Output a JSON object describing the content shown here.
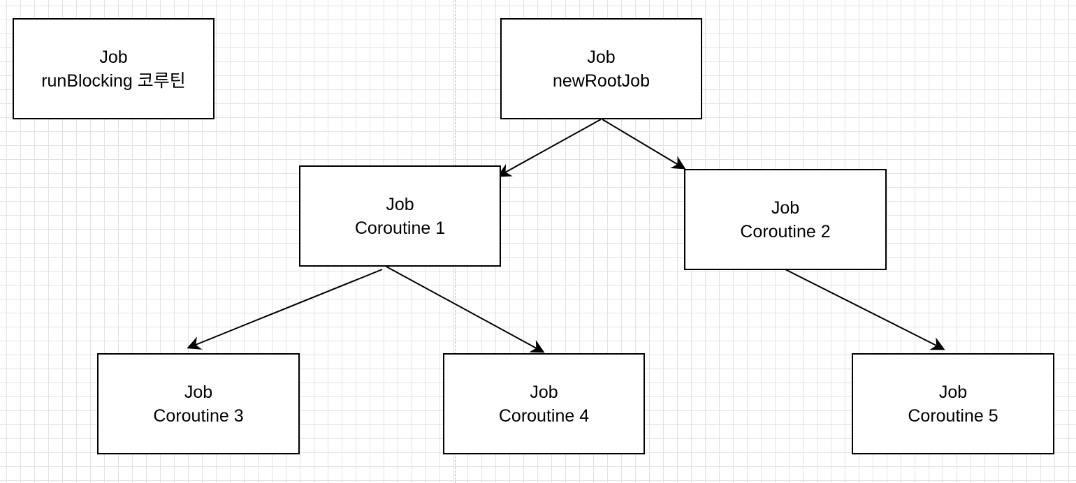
{
  "colors": {
    "stroke": "#000000",
    "fill": "#ffffff",
    "grid": "#e3e3e3"
  },
  "nodes": {
    "runblocking": {
      "line1": "Job",
      "line2": "runBlocking 코루틴"
    },
    "newrootjob": {
      "line1": "Job",
      "line2": "newRootJob"
    },
    "coroutine1": {
      "line1": "Job",
      "line2": "Coroutine 1"
    },
    "coroutine2": {
      "line1": "Job",
      "line2": "Coroutine 2"
    },
    "coroutine3": {
      "line1": "Job",
      "line2": "Coroutine 3"
    },
    "coroutine4": {
      "line1": "Job",
      "line2": "Coroutine 4"
    },
    "coroutine5": {
      "line1": "Job",
      "line2": "Coroutine 5"
    }
  },
  "edges": [
    {
      "from": "newrootjob",
      "to": "coroutine1"
    },
    {
      "from": "newrootjob",
      "to": "coroutine2"
    },
    {
      "from": "coroutine1",
      "to": "coroutine3"
    },
    {
      "from": "coroutine1",
      "to": "coroutine4"
    },
    {
      "from": "coroutine2",
      "to": "coroutine5"
    }
  ]
}
